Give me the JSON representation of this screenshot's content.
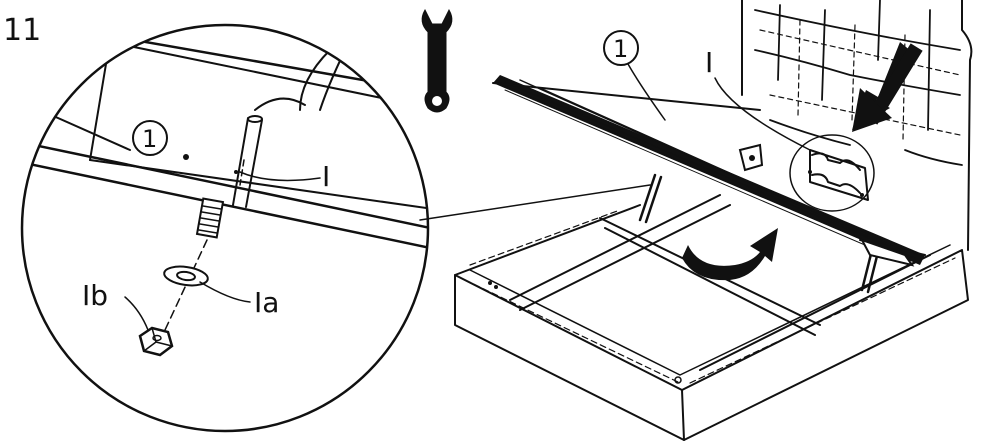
{
  "step": {
    "number": "11"
  },
  "tool": {
    "icon": "wrench-icon"
  },
  "detail": {
    "part_ref": "1",
    "strut_label": "I",
    "washer_label": "Ia",
    "nut_label": "Ib"
  },
  "bed": {
    "part_ref": "1",
    "strut_label": "I",
    "arrow_down_icon": "arrow-down-icon",
    "rotate_arrow_icon": "rotate-arrow-icon"
  }
}
